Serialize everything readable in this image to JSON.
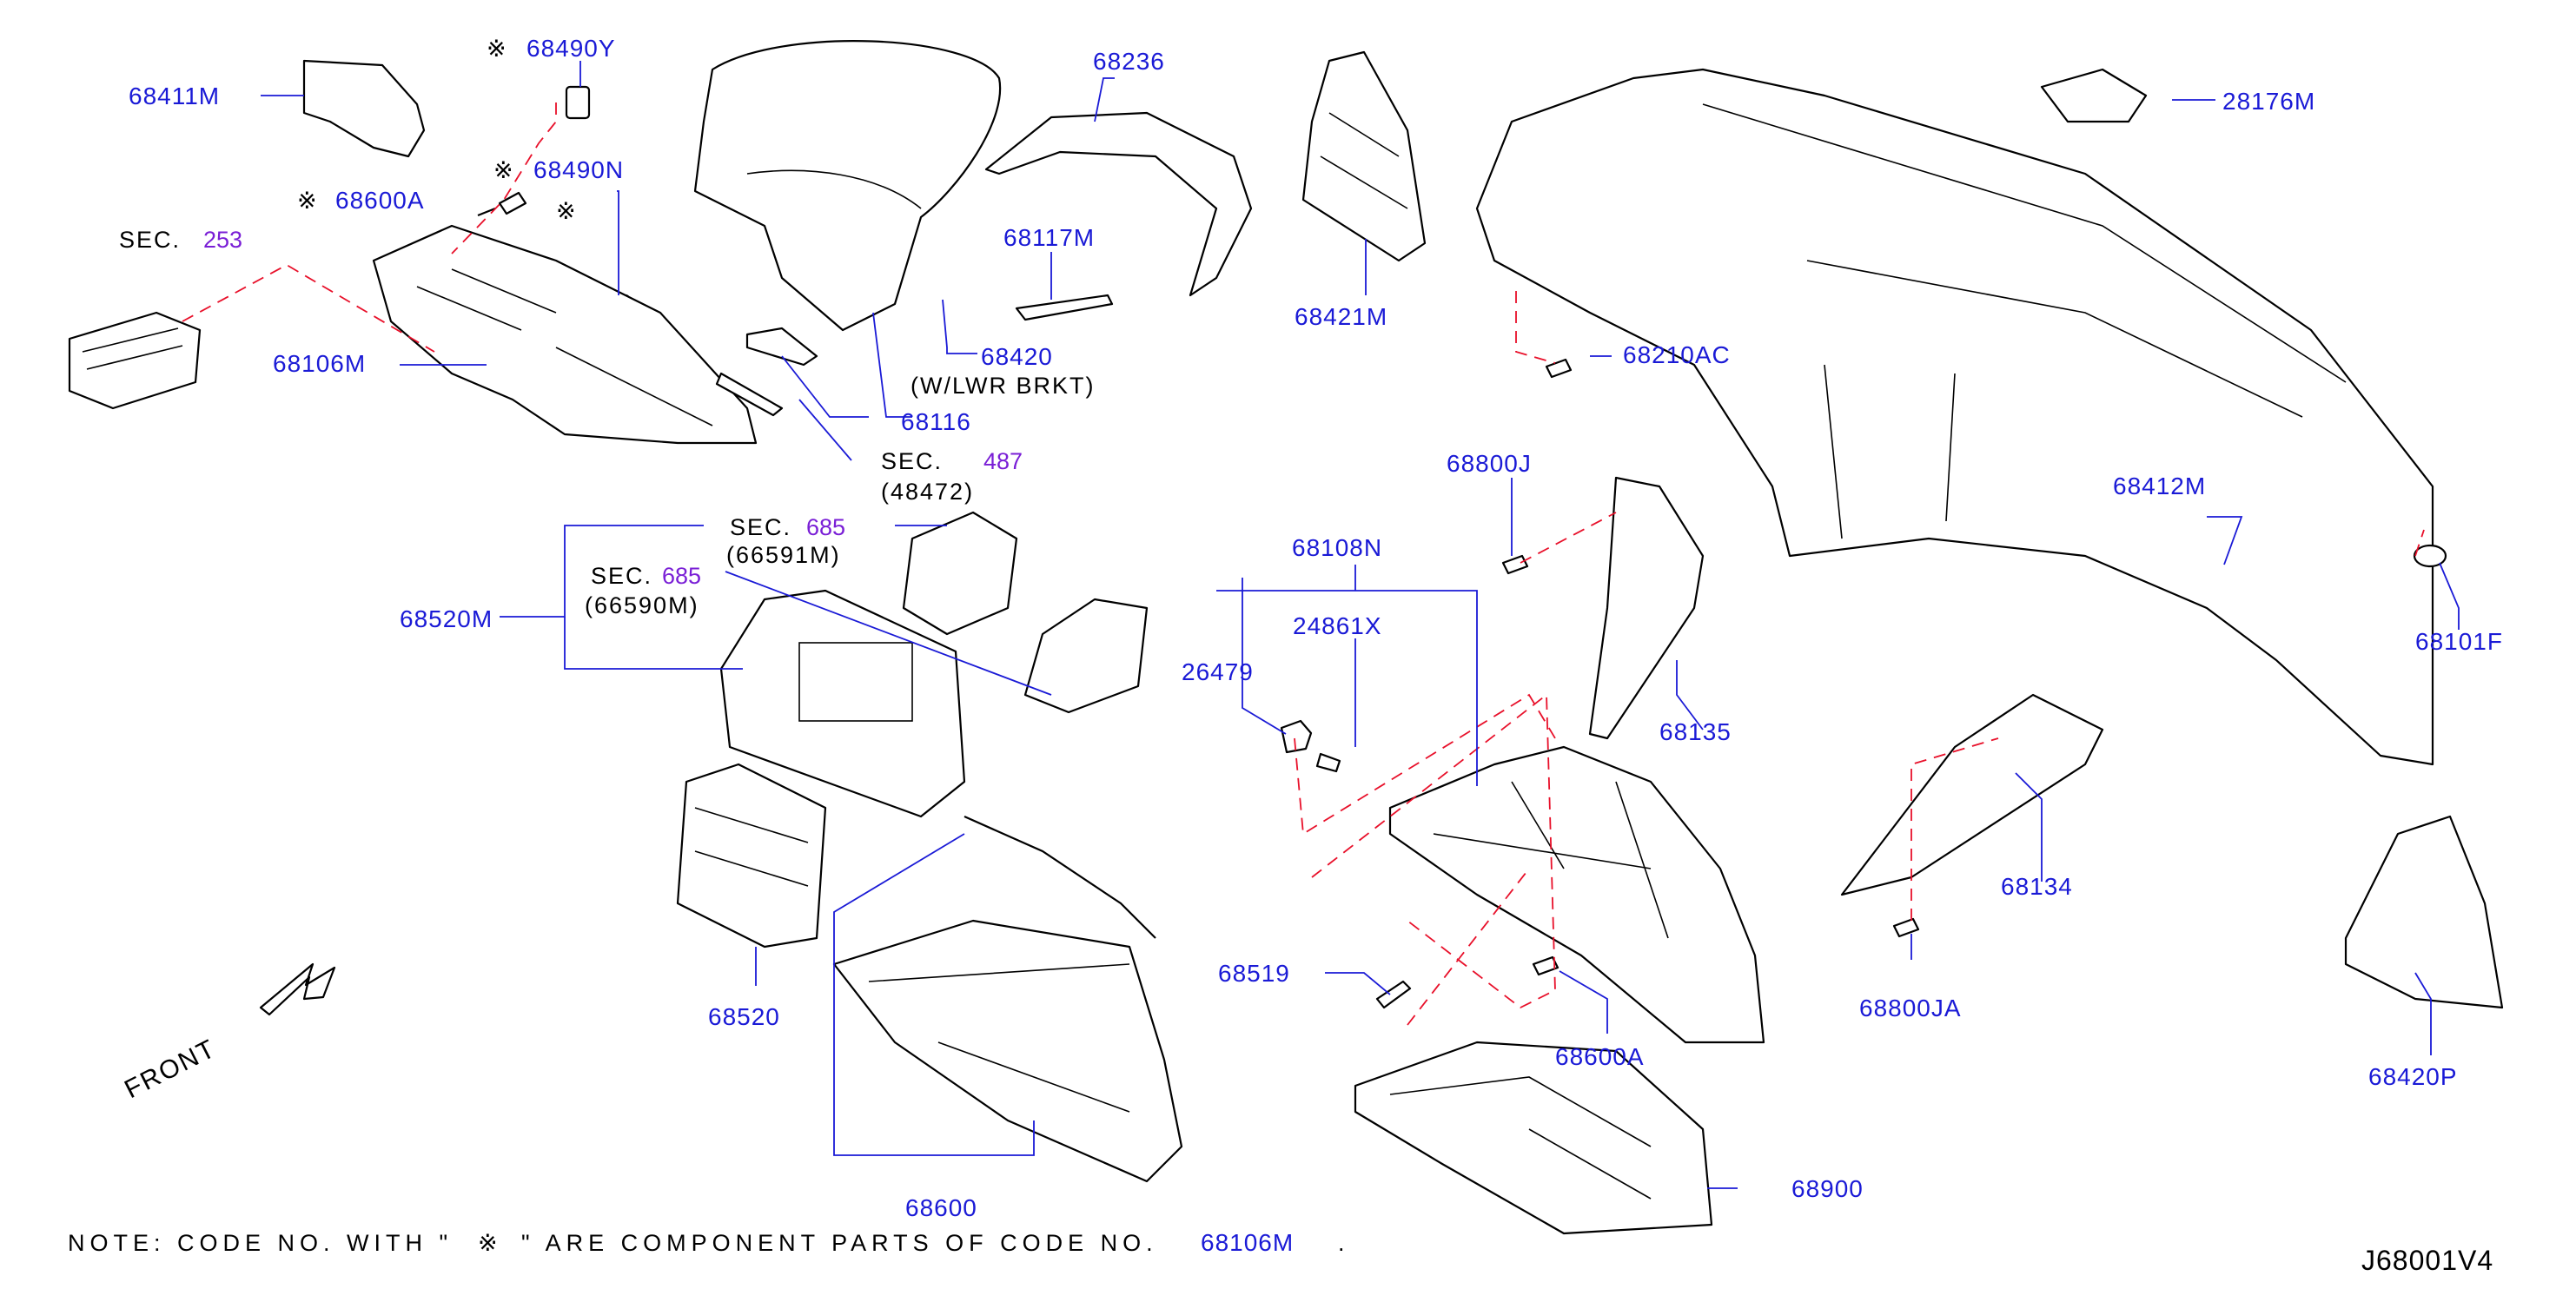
{
  "labels": {
    "p68411M": "68411M",
    "p68490Y": "68490Y",
    "p68490N": "68490N",
    "p68600A": "68600A",
    "p68106M": "68106M",
    "p68236": "68236",
    "p68117M": "68117M",
    "p68420": "68420",
    "p68420_note": "(W/LWR  BRKT)",
    "p68116": "68116",
    "p68421M": "68421M",
    "p68210AC": "68210AC",
    "p28176M": "28176M",
    "p68412M": "68412M",
    "p68101F": "68101F",
    "p68800J": "68800J",
    "p68108N": "68108N",
    "p24861X": "24861X",
    "p26479": "26479",
    "p68135": "68135",
    "p68134": "68134",
    "p68800JA": "68800JA",
    "p68420P": "68420P",
    "p68520M": "68520M",
    "p68520": "68520",
    "p68600": "68600",
    "p68519": "68519",
    "p68600A_b": "68600A",
    "p68900": "68900",
    "diagram_id": "J68001V4",
    "front": "FRONT"
  },
  "sections": {
    "sec253": {
      "prefix": "SEC.",
      "num": "253"
    },
    "sec487": {
      "prefix": "SEC.",
      "num": "487",
      "sub": "(48472)"
    },
    "sec685a": {
      "prefix": "SEC.",
      "num": "685",
      "sub": "(66591M)"
    },
    "sec685b": {
      "prefix": "SEC.",
      "num": "685",
      "sub": "(66590M)"
    }
  },
  "marker": "※",
  "note": {
    "before": "NOTE:  CODE  NO.  WITH  \"",
    "after": "\"  ARE  COMPONENT  PARTS  OF  CODE  NO.",
    "code": "68106M",
    "end": "."
  },
  "colors": {
    "part_number": "#1a1ad6",
    "section_number": "#7a1fd6",
    "dashed_link": "#e8102a",
    "line_art": "#000000"
  }
}
